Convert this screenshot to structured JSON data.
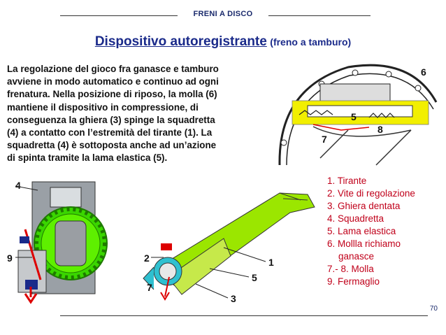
{
  "header": {
    "text": "FRENI A DISCO"
  },
  "title": {
    "main": "Dispositivo autoregistrante",
    "sub": "(freno a tamburo)"
  },
  "paragraph": {
    "lines": [
      "La regolazione del gioco fra ganasce e tamburo",
      "avviene in modo automatico e continuo ad ogni",
      "frenatura. Nella posizione di riposo, la molla (6)",
      "mantiene il dispositivo in compressione, di",
      "conseguenza la ghiera (3) spinge la squadretta",
      "(4) a contatto con l’estremità del tirante (1). La",
      "squadretta (4) è sottoposta anche ad un’azione",
      "di spinta tramite la lama elastica (5)."
    ]
  },
  "legend": {
    "items": [
      "1. Tirante",
      "2. Vite di regolazione",
      "3. Ghiera dentata",
      "4. Squadretta",
      "5. Lama elastica",
      "6. Mollla richiamo",
      "ganasce",
      "7.- 8. Molla",
      "9. Fermaglio"
    ]
  },
  "figure_labels": {
    "drum": [
      "6",
      "5",
      "7",
      "8"
    ],
    "left": [
      "4",
      "9"
    ],
    "right": [
      "2",
      "1",
      "5",
      "7",
      "3"
    ]
  },
  "page_number": "70",
  "colors": {
    "heading": "#1a2a8a",
    "legend": "#c0001a",
    "gear": "#3ad600",
    "rod": "#9be600",
    "highlight": "#f2ef00"
  }
}
